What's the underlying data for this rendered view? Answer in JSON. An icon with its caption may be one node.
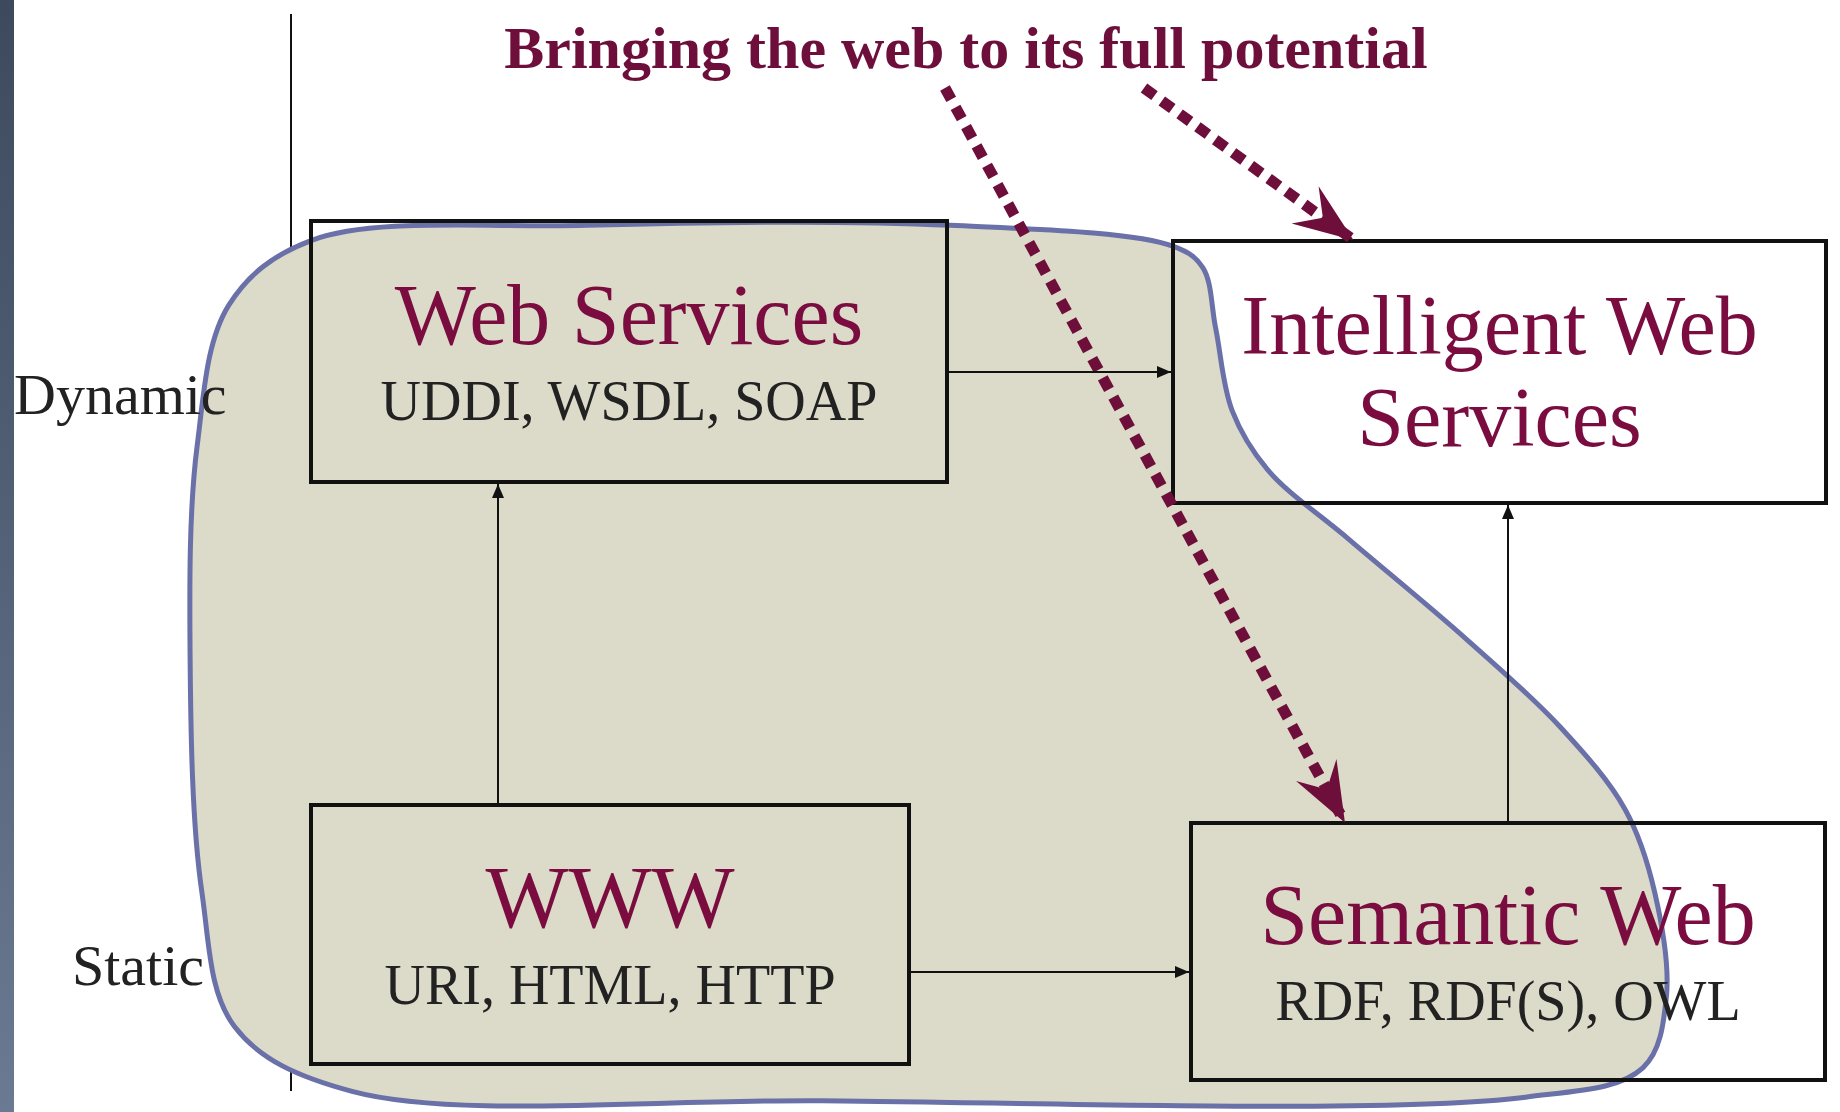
{
  "diagram": {
    "nodes": [
      {
        "text": [
          "Bringing the web to its full potential"
        ]
      },
      {
        "text": [
          "Web Services",
          "UDDI, WSDL, SOAP"
        ]
      },
      {
        "text": [
          "Intelligent Web Services"
        ]
      },
      {
        "text": [
          "WWW",
          "URI, HTML, HTTP"
        ]
      },
      {
        "text": [
          "Semantic Web",
          "RDF, RDF(S), OWL"
        ]
      }
    ],
    "edges": [
      {
        "from": 0,
        "to": 4,
        "arrow": "to",
        "style": "dashed",
        "color": "#6e0f3b"
      },
      {
        "from": 0,
        "to": 2,
        "arrow": "to",
        "style": "dashed",
        "color": "#6e0f3b"
      },
      {
        "from": 1,
        "to": 2,
        "arrow": "to"
      },
      {
        "from": 3,
        "to": 1,
        "arrow": "to"
      },
      {
        "from": 3,
        "to": 4,
        "arrow": "to"
      },
      {
        "from": 4,
        "to": 2,
        "arrow": "to"
      }
    ],
    "labels": [
      "Dynamic",
      "Static"
    ]
  }
}
